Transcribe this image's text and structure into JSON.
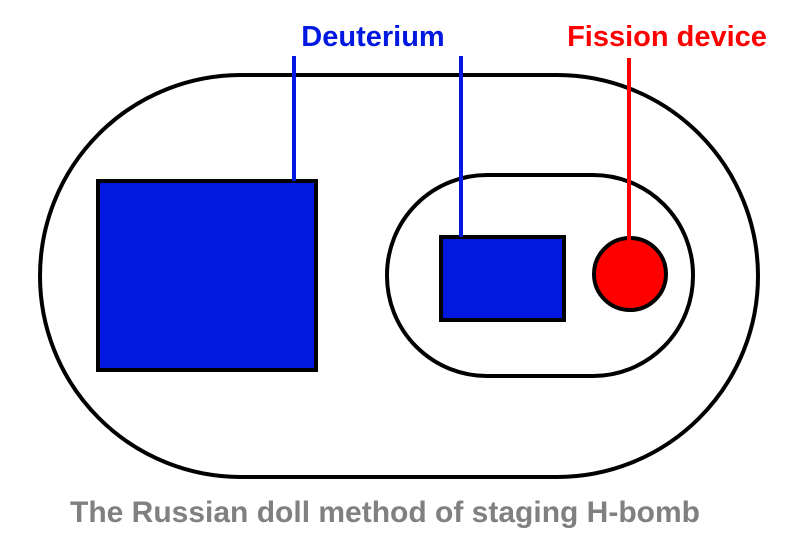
{
  "labels": {
    "deuterium": "Deuterium",
    "fission_device": "Fission device",
    "caption": "The Russian doll method of staging H-bomb"
  },
  "colors": {
    "deuterium": "#0018e0",
    "fission": "#ff0000",
    "outline": "#000000",
    "caption": "#808080",
    "background": "#ffffff"
  }
}
